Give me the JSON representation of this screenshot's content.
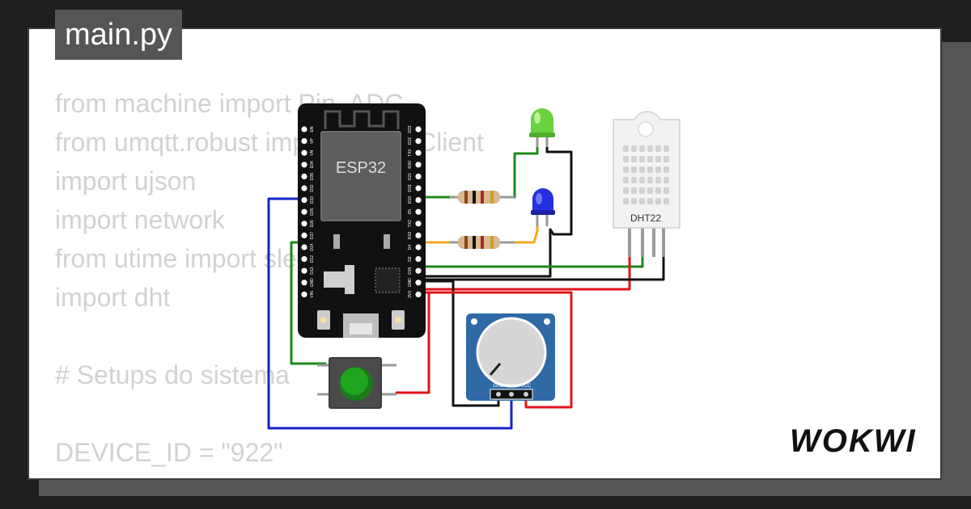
{
  "tab": {
    "title": "main.py"
  },
  "code": {
    "lines": [
      "from machine import Pin, ADC",
      "from umqtt.robust import MQTTClient",
      "import ujson",
      "import network",
      "from utime import sleep",
      "import dht",
      "",
      "# Setups do sistema",
      "",
      "DEVICE_ID = \"922\""
    ]
  },
  "components": {
    "esp32_label": "ESP32",
    "dht_label": "DHT22",
    "pot_pins": {
      "gnd": "GND",
      "sig": "SIG",
      "vcc": "VCC"
    },
    "esp_left_pins": [
      "EN",
      "VP",
      "VN",
      "D34",
      "D35",
      "D32",
      "D33",
      "D25",
      "D26",
      "D27",
      "D14",
      "D12",
      "D13",
      "GND",
      "VIN"
    ],
    "esp_right_pins": [
      "D23",
      "D22",
      "TX0",
      "RX0",
      "D21",
      "D19",
      "D18",
      "D5",
      "TX2",
      "RX2",
      "D4",
      "D2",
      "D15",
      "GND",
      "3V3"
    ]
  },
  "brand": {
    "logo": "WOKWI"
  },
  "colors": {
    "background": "#1f1f1f",
    "tab": "#555555",
    "code_text": "#d2d2d2",
    "wire_green": "#1b8a1b",
    "wire_red": "#e0141b",
    "wire_blue": "#1424c8",
    "wire_black": "#111111",
    "wire_orange": "#f0a81c",
    "board": "#111111",
    "pot_board": "#2f6aa7"
  },
  "icons": {
    "green_led": "led-green-icon",
    "blue_led": "led-blue-icon",
    "button": "pushbutton-icon",
    "potentiometer": "potentiometer-icon",
    "dht": "dht22-sensor-icon"
  }
}
